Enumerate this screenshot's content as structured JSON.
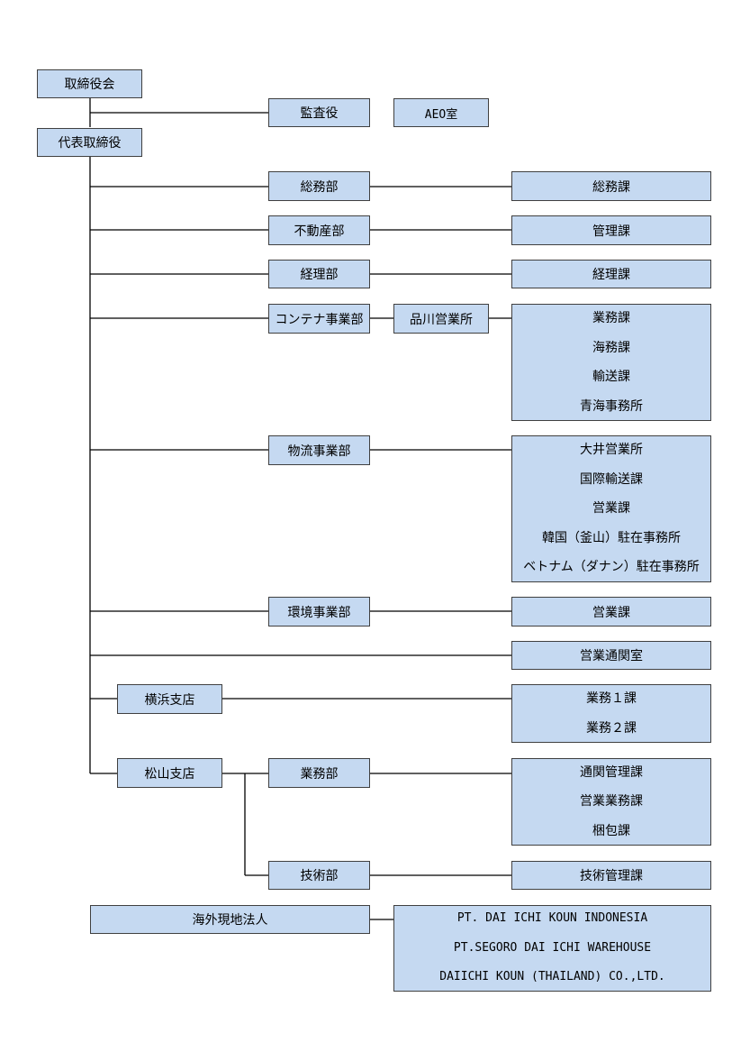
{
  "org": {
    "board": "取締役会",
    "auditor": "監査役",
    "aeo": "AEO室",
    "president": "代表取締役",
    "soumu": {
      "dept": "総務部",
      "sections": [
        "総務課"
      ]
    },
    "realestate": {
      "dept": "不動産部",
      "sections": [
        "管理課"
      ]
    },
    "keiri": {
      "dept": "経理部",
      "sections": [
        "経理課"
      ]
    },
    "container": {
      "dept": "コンテナ事業部",
      "office": "品川営業所",
      "sections": [
        "業務課",
        "海務課",
        "輸送課",
        "青海事務所"
      ]
    },
    "logistics": {
      "dept": "物流事業部",
      "sections": [
        "大井営業所",
        "国際輸送課",
        "営業課",
        "韓国（釜山）駐在事務所",
        "ベトナム（ダナン）駐在事務所"
      ]
    },
    "environment": {
      "dept": "環境事業部",
      "sections": [
        "営業課"
      ]
    },
    "customs_office": "営業通関室",
    "yokohama": {
      "branch": "横浜支店",
      "sections": [
        "業務１課",
        "業務２課"
      ]
    },
    "matsuyama": {
      "branch": "松山支店",
      "gyomu": {
        "dept": "業務部",
        "sections": [
          "通関管理課",
          "営業業務課",
          "梱包課"
        ]
      },
      "gijutsu": {
        "dept": "技術部",
        "sections": [
          "技術管理課"
        ]
      }
    },
    "overseas": {
      "label": "海外現地法人",
      "companies": [
        "PT. DAI ICHI KOUN INDONESIA",
        "PT.SEGORO DAI ICHI WAREHOUSE",
        "DAIICHI KOUN (THAILAND) CO.,LTD."
      ]
    }
  }
}
